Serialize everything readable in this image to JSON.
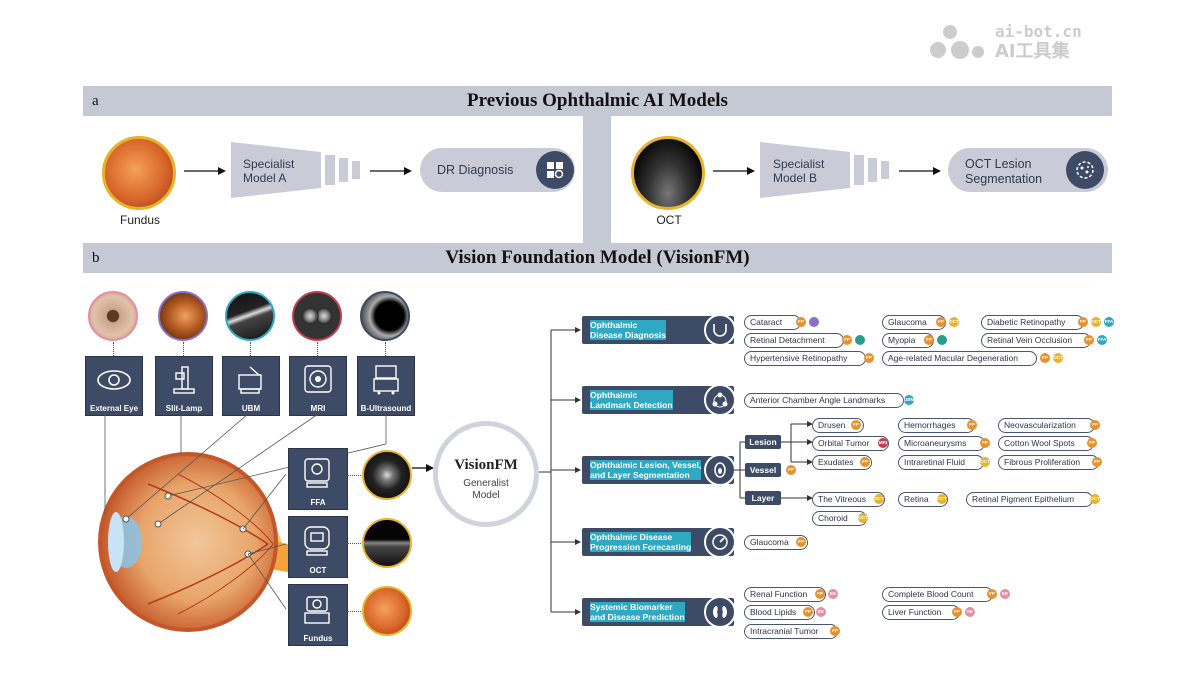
{
  "watermark": {
    "line1": "ai-bot.cn",
    "line2": "AI工具集"
  },
  "panel_a": {
    "letter": "a",
    "title": "Previous Ophthalmic AI Models",
    "left": {
      "input_label": "Fundus",
      "model_label_1": "Specialist",
      "model_label_2": "Model A",
      "output_label": "DR Diagnosis"
    },
    "right": {
      "input_label": "OCT",
      "model_label_1": "Specialist",
      "model_label_2": "Model B",
      "output_label_1": "OCT Lesion",
      "output_label_2": "Segmentation"
    }
  },
  "panel_b": {
    "letter": "b",
    "title": "Vision Foundation Model (VisionFM)",
    "modalities_top": [
      "External Eye",
      "Slit-Lamp",
      "UBM",
      "MRI",
      "B-Ultrasound"
    ],
    "modalities_side": [
      "FFA",
      "OCT",
      "Fundus"
    ],
    "center": {
      "name": "VisionFM",
      "sub1": "Generalist",
      "sub2": "Model"
    },
    "tasks": [
      {
        "line1": "Ophthalmic",
        "line2": "Disease Diagnosis"
      },
      {
        "line1": "Ophthalmic",
        "line2": "Landmark Detection"
      },
      {
        "line1": "Ophthalmic Lesion, Vessel,",
        "line2": "and Layer Segmentation"
      },
      {
        "line1": "Ophthalmic Disease",
        "line2": "Progression Forecasting"
      },
      {
        "line1": "Systemic Biomarker",
        "line2": "and Disease Prediction"
      }
    ],
    "sub_branches": [
      "Lesion",
      "Vessel",
      "Layer"
    ],
    "tags": {
      "cataract": "Cataract",
      "glaucoma": "Glaucoma",
      "diabetic_retinopathy": "Diabetic Retinopathy",
      "retinal_detachment": "Retinal Detachment",
      "myopia": "Myopia",
      "retinal_vein_occlusion": "Retinal Vein Occlusion",
      "hypertensive_retinopathy": "Hypertensive Retinopathy",
      "amd": "Age-related Macular Degeneration",
      "acal": "Anterior Chamber Angle Landmarks",
      "drusen": "Drusen",
      "hemorrhages": "Hemorrhages",
      "neovascularization": "Neovascularization",
      "orbital_tumor": "Orbital Tumor",
      "microaneurysms": "Microaneurysms",
      "cotton_wool_spots": "Cotton Wool Spots",
      "exudates": "Exudates",
      "intraretinal_fluid": "Intraretinal Fluid",
      "fibrous_proliferation": "Fibrous Proliferation",
      "vitreous": "The Vitreous",
      "retina": "Retina",
      "rpe": "Retinal Pigment Epithelium",
      "choroid": "Choroid",
      "glaucoma_forecast": "Glaucoma",
      "renal_function": "Renal Function",
      "complete_blood_count": "Complete Blood Count",
      "blood_lipids": "Blood Lipids",
      "liver_function": "Liver Function",
      "intracranial_tumor": "Intracranial Tumor"
    }
  },
  "colors": {
    "bar": "#c5c9d3",
    "dark_card": "#3e4b66",
    "fundus_border": "#e8b22a",
    "fp_dot": "#e7912c"
  }
}
